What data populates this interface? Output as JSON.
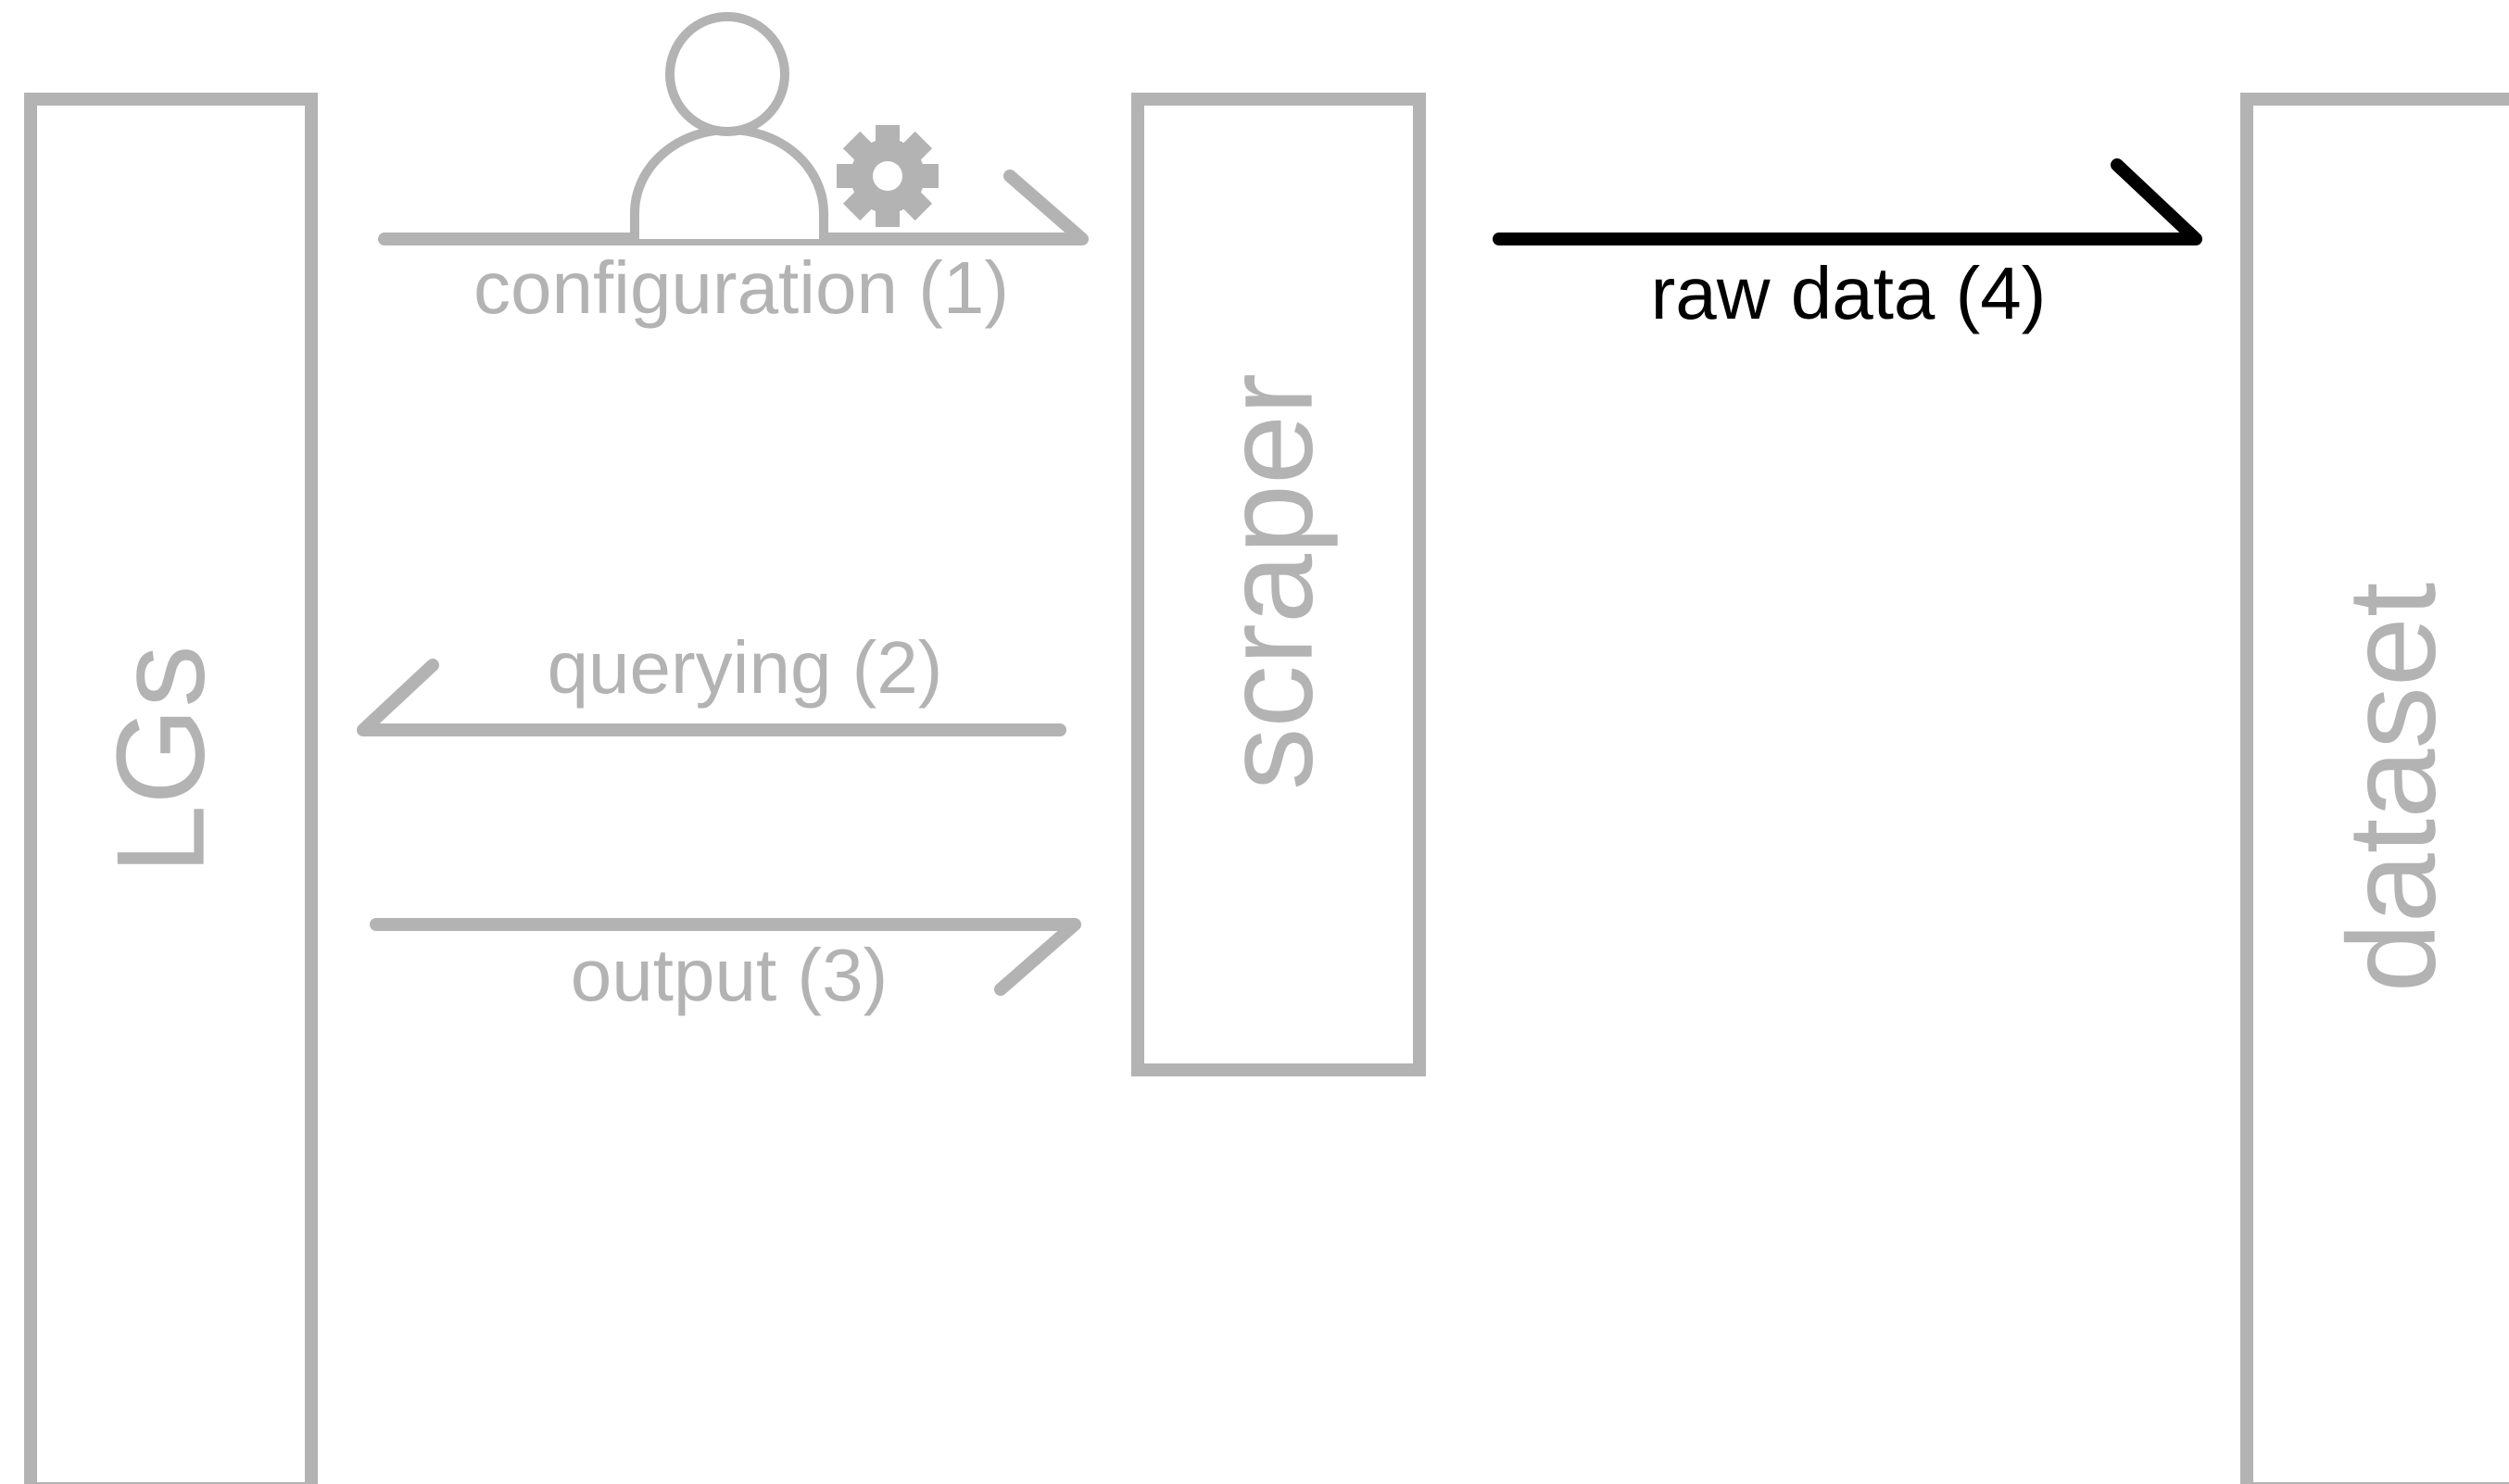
{
  "colors": {
    "muted": "#b3b3b3",
    "active": "#000000",
    "background": "#ffffff"
  },
  "nodes": {
    "lgs": {
      "label": "LGs"
    },
    "scraper": {
      "label": "scraper"
    },
    "dataset": {
      "label": "dataset"
    }
  },
  "edges": {
    "configuration": {
      "label": "configuration (1)",
      "from": "LGs",
      "to": "scraper",
      "icon": "user-gear-icon"
    },
    "querying": {
      "label": "querying (2)",
      "from": "scraper",
      "to": "LGs"
    },
    "output": {
      "label": "output (3)",
      "from": "LGs",
      "to": "scraper"
    },
    "raw_data": {
      "label": "raw data (4)",
      "from": "scraper",
      "to": "dataset"
    }
  }
}
